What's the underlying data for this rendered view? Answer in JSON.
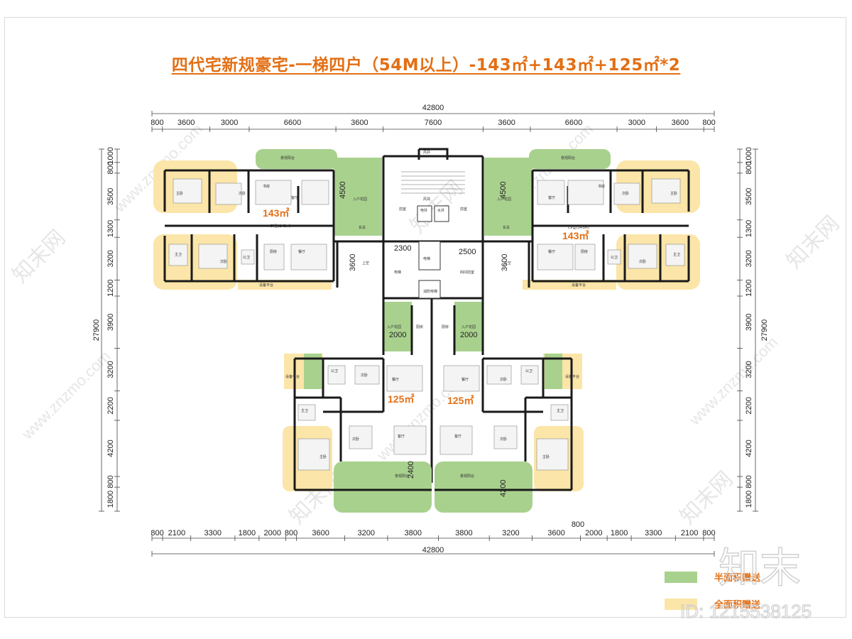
{
  "title": "四代宅新规豪宅-一梯四户（54M以上）-143㎡+143㎡+125㎡*2",
  "colors": {
    "accent": "#e36f14",
    "green": "#a9d18e",
    "yellow": "#fbe5a8",
    "wall": "#1a1a1a"
  },
  "top_total": "42800",
  "top_dims": [
    "800",
    "3600",
    "3000",
    "6600",
    "3600",
    "7600",
    "3600",
    "6600",
    "3000",
    "3600",
    "800"
  ],
  "bottom_total": "42800",
  "bottom_dims": [
    "800",
    "2100",
    "3300",
    "1800",
    "2000",
    "800",
    "3600",
    "3200",
    "3800",
    "3800",
    "3200",
    "3600",
    "2000",
    "1800",
    "3300",
    "2100",
    "800"
  ],
  "bottom_extra": "800",
  "left_total": "27900",
  "left_dims": [
    "1000",
    "800",
    "3500",
    "1300",
    "3200",
    "1200",
    "3900",
    "3200",
    "2200",
    "4200",
    "800",
    "1800"
  ],
  "right_total": "27900",
  "right_dims": [
    "1000",
    "800",
    "3500",
    "1300",
    "3200",
    "1200",
    "3900",
    "3200",
    "2200",
    "4200",
    "800",
    "1800"
  ],
  "areas": {
    "tl": "143㎡",
    "tr": "143㎡",
    "bl": "125㎡",
    "br": "125㎡"
  },
  "inner_dims": {
    "d2300": "2300",
    "d2500": "2500",
    "d3600a": "3600",
    "d3600b": "3600",
    "d2000a": "2000",
    "d2000b": "2000",
    "d2400": "2400",
    "d4200": "4200",
    "d4500a": "4500",
    "d4500b": "4500"
  },
  "labels": {
    "type_a": "CP型(143㎡)",
    "master_bed": "主卧",
    "second_bed": "次卧",
    "study": "书房",
    "living": "客厅",
    "dining": "餐厅",
    "kitchen": "厨房",
    "master_bath": "主卫",
    "public_bath": "公卫",
    "entry_garden": "入户花园",
    "foyer": "玄关",
    "view_balcony": "景观阳台",
    "equip_platform": "设备平台",
    "elevator": "电梯",
    "fire_elevator": "消防电梯",
    "stair": "楼梯",
    "front_room": "前室",
    "well": "风井",
    "electric": "电井",
    "water": "水井",
    "hall": "四间前室",
    "void": "上空"
  },
  "legend": [
    {
      "label": "半面积赠送",
      "color": "#a9d18e"
    },
    {
      "label": "全面积赠送",
      "color": "#fbe5a8"
    }
  ],
  "watermark": {
    "site": "www.znzmo.com",
    "brand": "知末",
    "brand2": "知末网",
    "id_text": "ID: 1215538125"
  }
}
